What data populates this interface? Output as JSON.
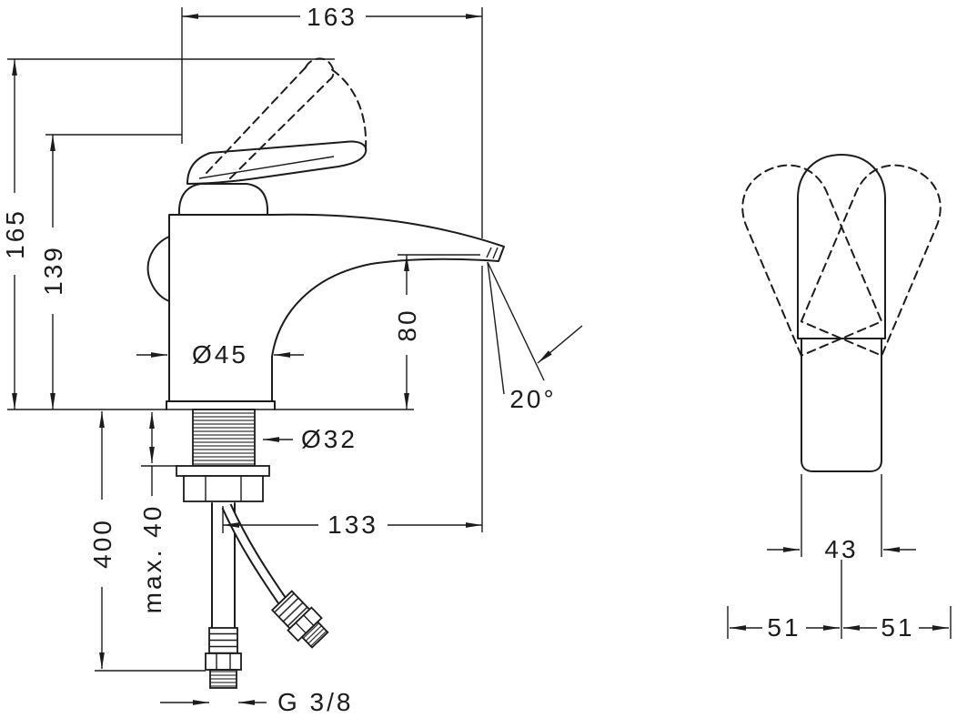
{
  "colors": {
    "line": "#1c1c1c",
    "background": "#ffffff"
  },
  "side_view": {
    "width_163": "163",
    "height_165": "165",
    "height_139": "139",
    "spout_height_80": "80",
    "body_diameter": "Ø45",
    "shank_diameter": "Ø32",
    "reach_133": "133",
    "hose_length_400": "400",
    "max_thickness": "max. 40",
    "thread": "G 3/8",
    "spout_angle": "20°"
  },
  "front_view": {
    "width_43": "43",
    "swing_left_51": "51",
    "swing_right_51": "51"
  }
}
